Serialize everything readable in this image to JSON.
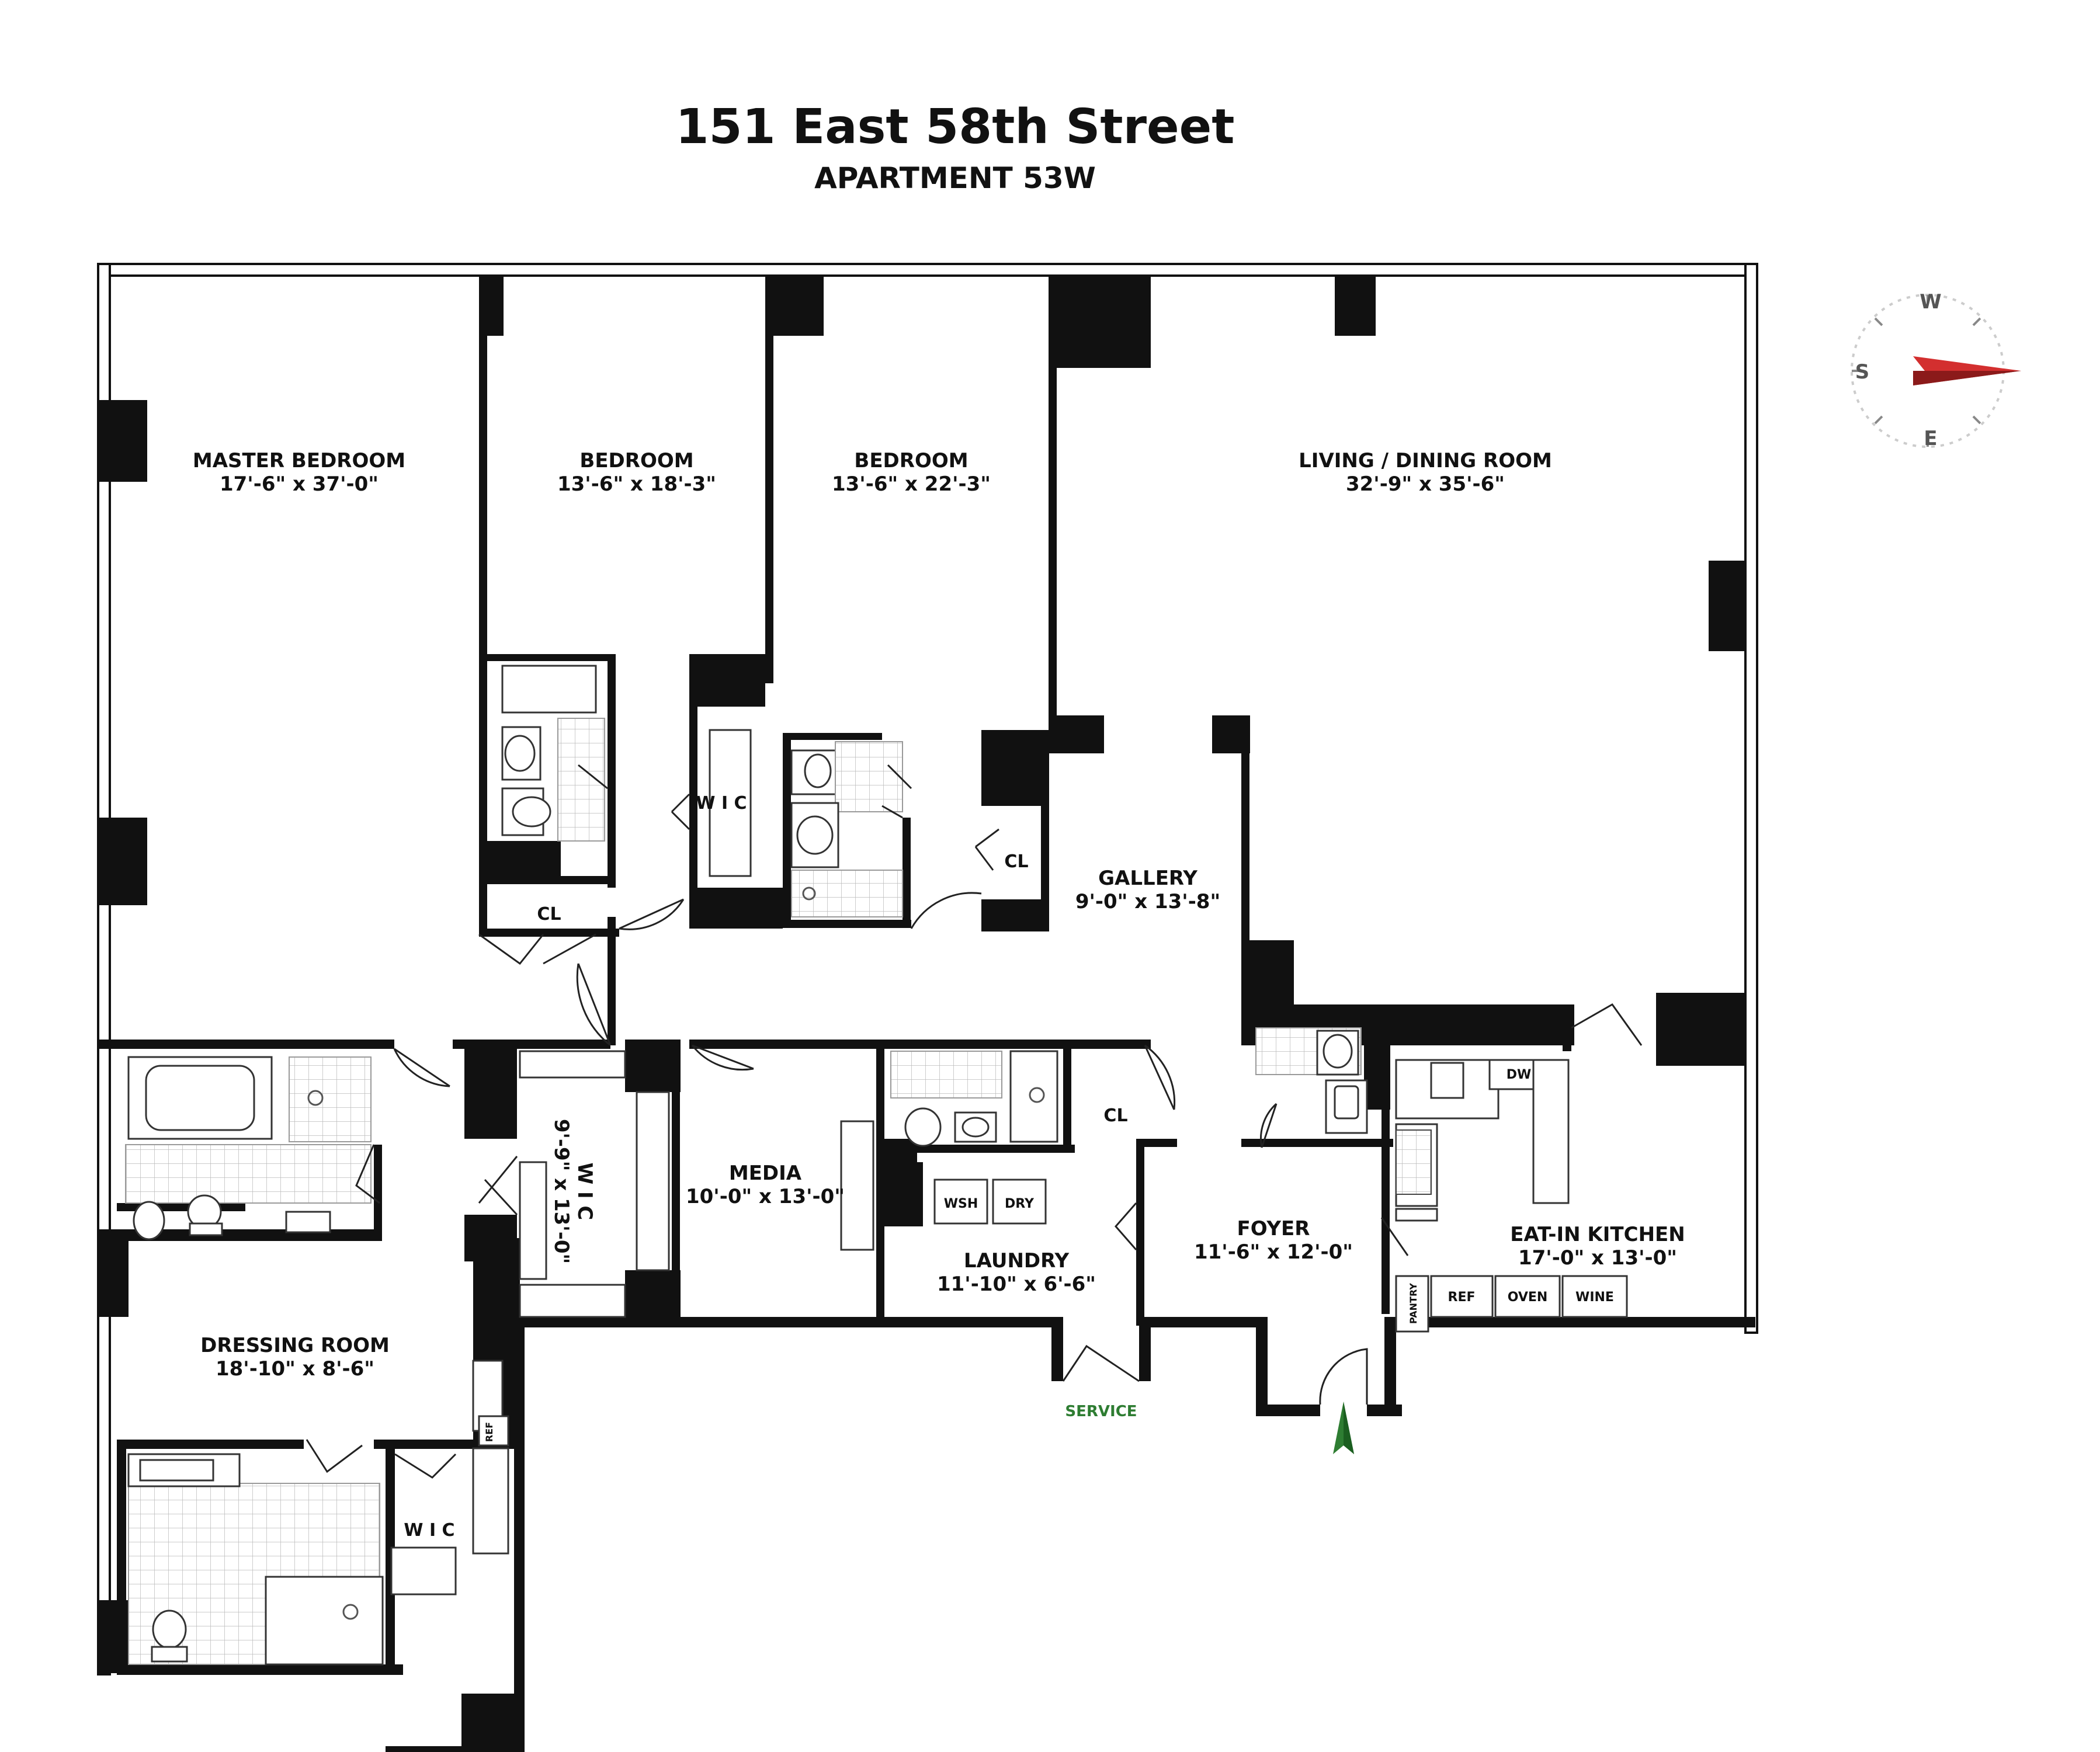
{
  "header": {
    "title": "151 East 58th Street",
    "subtitle": "APARTMENT 53W"
  },
  "rooms": {
    "master_bedroom": {
      "name": "MASTER BEDROOM",
      "dim": "17'-6\" x 37'-0\""
    },
    "bedroom_1": {
      "name": "BEDROOM",
      "dim": "13'-6\" x 18'-3\""
    },
    "bedroom_2": {
      "name": "BEDROOM",
      "dim": "13'-6\" x 22'-3\""
    },
    "living_dining": {
      "name": "LIVING / DINING ROOM",
      "dim": "32'-9\" x 35'-6\""
    },
    "gallery": {
      "name": "GALLERY",
      "dim": "9'-0\" x 13'-8\""
    },
    "media": {
      "name": "MEDIA",
      "dim": "10'-0\" x 13'-0\""
    },
    "laundry": {
      "name": "LAUNDRY",
      "dim": "11'-10\" x 6'-6\""
    },
    "foyer": {
      "name": "FOYER",
      "dim": "11'-6\" x 12'-0\""
    },
    "kitchen": {
      "name": "EAT-IN KITCHEN",
      "dim": "17'-0\" x 13'-0\""
    },
    "dressing_room": {
      "name": "DRESSING ROOM",
      "dim": "18'-10\" x 8'-6\""
    },
    "master_wic": {
      "name": "W I C",
      "dim": "9'-9\" x 13'-0\""
    }
  },
  "labels": {
    "wic_bedroom": "W I C",
    "wic_dressing": "W I C",
    "cl_bedroom1": "CL",
    "cl_bedroom2": "CL",
    "cl_foyer": "CL",
    "service": "SERVICE",
    "wsh": "WSH",
    "dry": "DRY",
    "dw": "DW",
    "ref": "REF",
    "oven": "OVEN",
    "wine": "WINE",
    "pantry": "PANTRY",
    "ref_small": "REF"
  },
  "compass": {
    "north": "W",
    "south": "E",
    "west": "S"
  },
  "colors": {
    "compass_needle": "#d32f2f",
    "entry_arrow": "#2e7d32",
    "walls": "#111111"
  }
}
